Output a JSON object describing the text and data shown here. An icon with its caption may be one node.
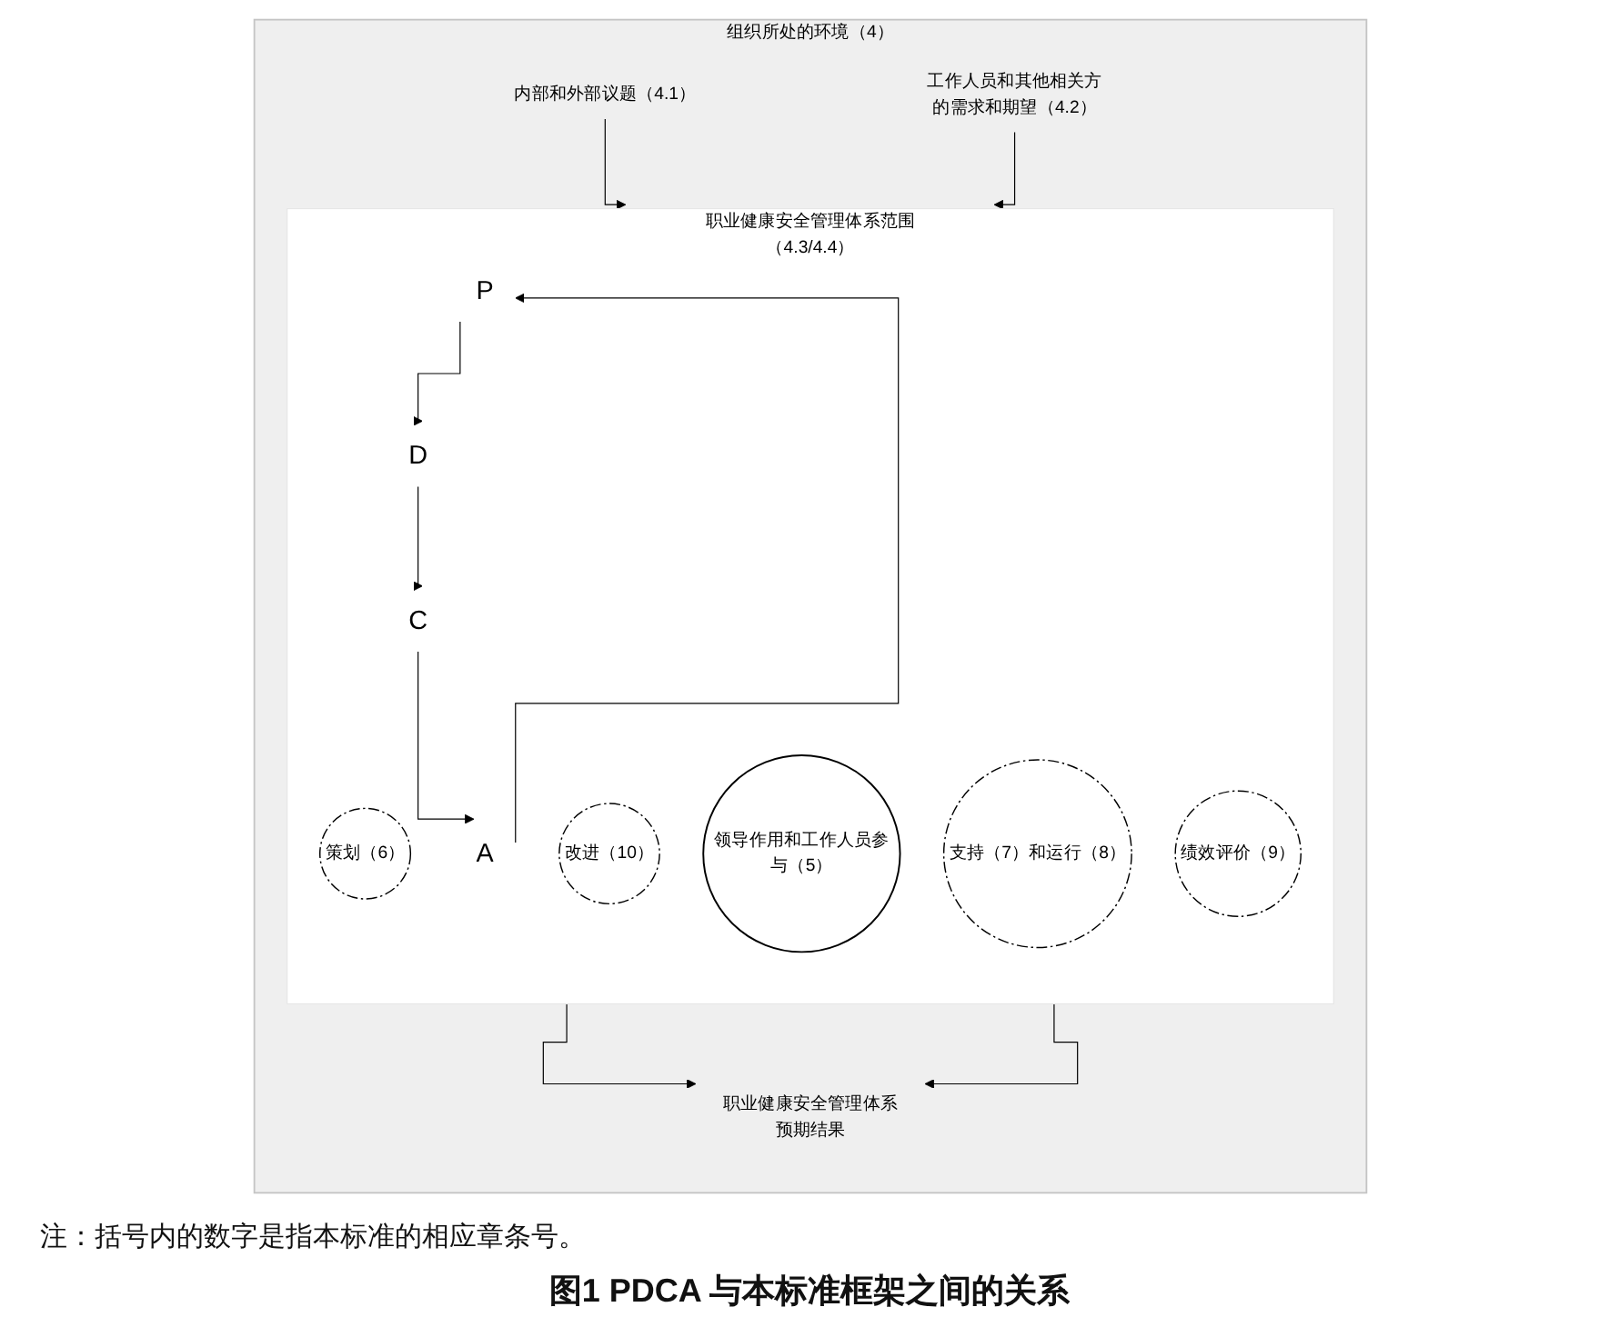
{
  "diagram": {
    "caption": "图1 PDCA 与本标准框架之间的关系",
    "nodes": [
      {
        "text": [
          "组织所处的环境（4）"
        ]
      },
      {
        "text": [
          "内部和外部议题（4.1）"
        ],
        "in": 0
      },
      {
        "text": [
          "工作人员和其他相关方的需求和期望（4.2）"
        ],
        "in": 0
      },
      {
        "text": [
          "职业健康安全管理体系范围（4.3/4.4）"
        ],
        "in": 0
      },
      {
        "text": [
          "P"
        ],
        "in": 3
      },
      {
        "text": [
          "策划（6）"
        ],
        "in": 3
      },
      {
        "text": [
          "A"
        ],
        "in": 3
      },
      {
        "text": [
          "改进（10）"
        ],
        "in": 3
      },
      {
        "text": [
          "领导作用和工作人员参与（5）"
        ],
        "in": 3
      },
      {
        "text": [
          "支持（7）和运行（8）"
        ],
        "in": 3
      },
      {
        "text": [
          "D"
        ],
        "in": 3
      },
      {
        "text": [
          "绩效评价（9）"
        ],
        "in": 3
      },
      {
        "text": [
          "C"
        ],
        "in": 3
      },
      {
        "text": [
          "职业健康安全管理体系预期结果"
        ],
        "in": 0
      }
    ],
    "edges": [
      {
        "from": 1,
        "to": 3,
        "arrow": "to"
      },
      {
        "from": 2,
        "to": 3,
        "arrow": "to"
      },
      {
        "from": 4,
        "to": 10,
        "arrow": "to"
      },
      {
        "from": 10,
        "to": 12,
        "arrow": "to"
      },
      {
        "from": 12,
        "to": 6,
        "arrow": "to"
      },
      {
        "from": 6,
        "to": 4,
        "arrow": "to"
      },
      {
        "from": 3,
        "to": 13,
        "arrow": "to"
      },
      {
        "from": 3,
        "to": 13,
        "arrow": "to"
      }
    ],
    "labels": [
      "注：括号内的数字是指本标准的相应章条号。"
    ]
  }
}
